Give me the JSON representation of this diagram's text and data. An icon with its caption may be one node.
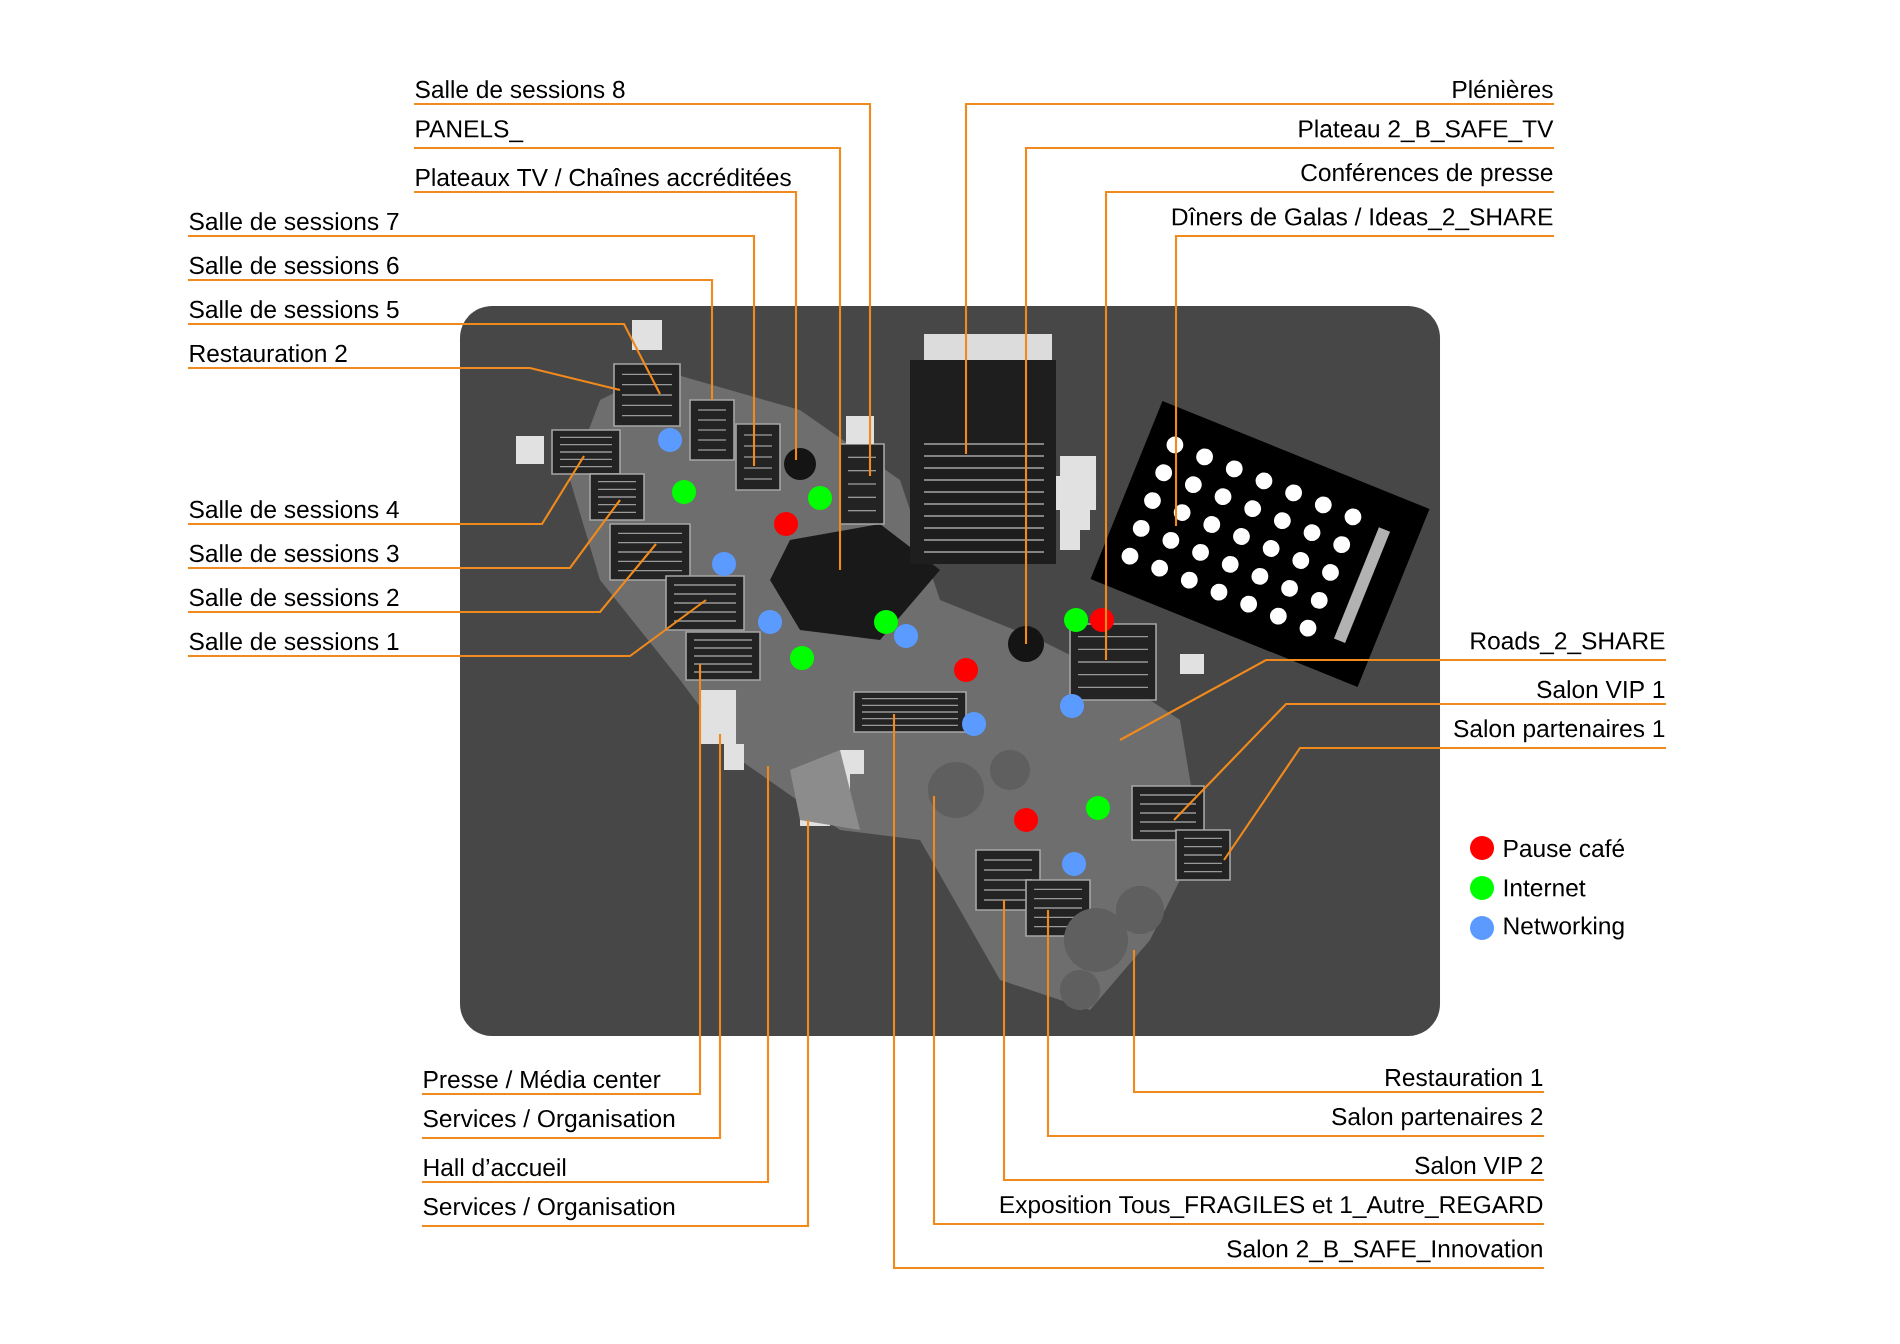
{
  "diagram": {
    "nodes": [
      {
        "text": [
          "Salle de sessions 8"
        ]
      },
      {
        "text": [
          "Plénières"
        ]
      },
      {
        "text": [
          "PANELS_"
        ]
      },
      {
        "text": [
          "Plateau 2_B_SAFE_TV"
        ]
      },
      {
        "text": [
          "Plateaux TV / Chaînes accréditées"
        ]
      },
      {
        "text": [
          "Conférences de presse"
        ]
      },
      {
        "text": [
          "Salle de sessions 7"
        ]
      },
      {
        "text": [
          "Dîners de Galas / Ideas_2_SHARE"
        ]
      },
      {
        "text": [
          "Salle de sessions 6"
        ]
      },
      {
        "text": [
          "Salle de sessions 5"
        ]
      },
      {
        "text": [
          "Restauration 2"
        ]
      },
      {
        "text": [
          "Salle de sessions 4"
        ]
      },
      {
        "text": [
          "Salle de sessions 3"
        ]
      },
      {
        "text": [
          "Salle de sessions 2"
        ]
      },
      {
        "text": [
          "Salle de sessions 1"
        ]
      },
      {
        "text": [
          "Roads_2_SHARE"
        ]
      },
      {
        "text": [
          "Salon VIP 1"
        ]
      },
      {
        "text": [
          "Salon partenaires 1"
        ]
      },
      {
        "text": [
          "Presse / Média center"
        ]
      },
      {
        "text": [
          "Restauration 1"
        ]
      },
      {
        "text": [
          "Services / Organisation"
        ]
      },
      {
        "text": [
          "Salon partenaires 2"
        ]
      },
      {
        "text": [
          "Hall d’accueil"
        ]
      },
      {
        "text": [
          "Salon VIP 2"
        ]
      },
      {
        "text": [
          "Services / Organisation"
        ]
      },
      {
        "text": [
          "Exposition Tous_FRAGILES et 1_Autre_REGARD"
        ]
      },
      {
        "text": [
          "Salon 2_B_SAFE_Innovation"
        ]
      }
    ],
    "edges": [
      {
        "from": 0,
        "to": null,
        "arrow": "none"
      },
      {
        "from": 1,
        "to": null,
        "arrow": "none"
      },
      {
        "from": 2,
        "to": null,
        "arrow": "none"
      },
      {
        "from": 3,
        "to": null,
        "arrow": "none"
      },
      {
        "from": 4,
        "to": null,
        "arrow": "none"
      },
      {
        "from": 5,
        "to": null,
        "arrow": "none"
      },
      {
        "from": 6,
        "to": null,
        "arrow": "none"
      },
      {
        "from": 7,
        "to": null,
        "arrow": "none"
      },
      {
        "from": 8,
        "to": null,
        "arrow": "none"
      },
      {
        "from": 9,
        "to": null,
        "arrow": "none"
      },
      {
        "from": 10,
        "to": null,
        "arrow": "none"
      },
      {
        "from": 11,
        "to": null,
        "arrow": "none"
      },
      {
        "from": 12,
        "to": null,
        "arrow": "none"
      },
      {
        "from": 13,
        "to": null,
        "arrow": "none"
      },
      {
        "from": 14,
        "to": null,
        "arrow": "none"
      },
      {
        "from": 15,
        "to": null,
        "arrow": "none"
      },
      {
        "from": 16,
        "to": null,
        "arrow": "none"
      },
      {
        "from": 17,
        "to": null,
        "arrow": "none"
      },
      {
        "from": 18,
        "to": null,
        "arrow": "none"
      },
      {
        "from": 19,
        "to": null,
        "arrow": "none"
      },
      {
        "from": 20,
        "to": null,
        "arrow": "none"
      },
      {
        "from": 21,
        "to": null,
        "arrow": "none"
      },
      {
        "from": 22,
        "to": null,
        "arrow": "none"
      },
      {
        "from": 23,
        "to": null,
        "arrow": "none"
      },
      {
        "from": 24,
        "to": null,
        "arrow": "none"
      },
      {
        "from": 25,
        "to": null,
        "arrow": "none"
      },
      {
        "from": 26,
        "to": null,
        "arrow": "none"
      }
    ],
    "legend": [
      {
        "text": "Pause café",
        "color": "#ff0000"
      },
      {
        "text": "Internet",
        "color": "#00ff00"
      },
      {
        "text": "Networking",
        "color": "#5b9bff"
      }
    ]
  }
}
